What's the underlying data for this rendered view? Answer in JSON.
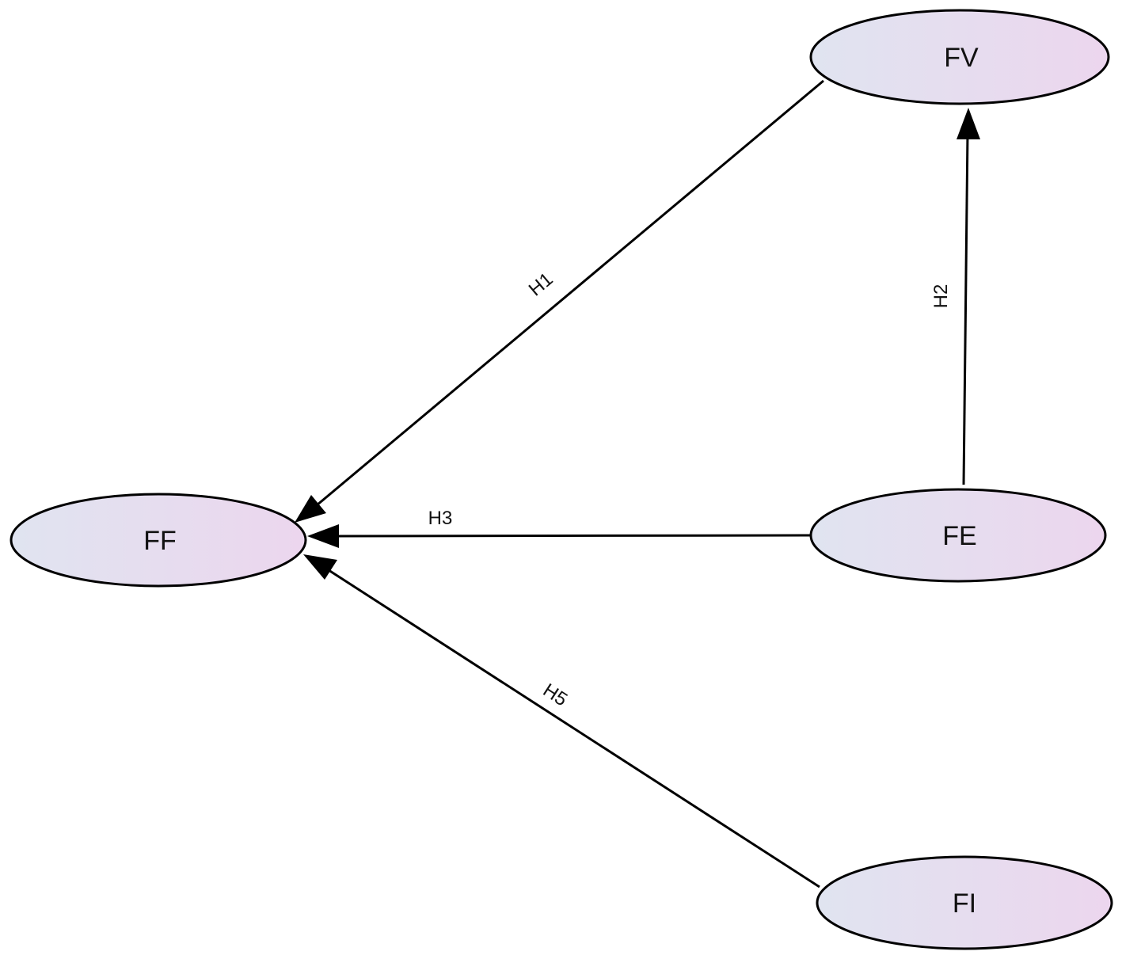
{
  "colors": {
    "node_fill_left": "#e0e4f0",
    "node_fill_right": "#ecd6ee",
    "stroke": "#000000"
  },
  "nodes": [
    {
      "id": "FV",
      "label": "FV"
    },
    {
      "id": "FF",
      "label": "FF"
    },
    {
      "id": "FE",
      "label": "FE"
    },
    {
      "id": "FI",
      "label": "FI"
    }
  ],
  "edges": [
    {
      "id": "H1",
      "label": "H1",
      "from": "FV",
      "to": "FF"
    },
    {
      "id": "H2",
      "label": "H2",
      "from": "FE",
      "to": "FV"
    },
    {
      "id": "H3",
      "label": "H3",
      "from": "FE",
      "to": "FF"
    },
    {
      "id": "H5",
      "label": "H5",
      "from": "FI",
      "to": "FF"
    }
  ]
}
